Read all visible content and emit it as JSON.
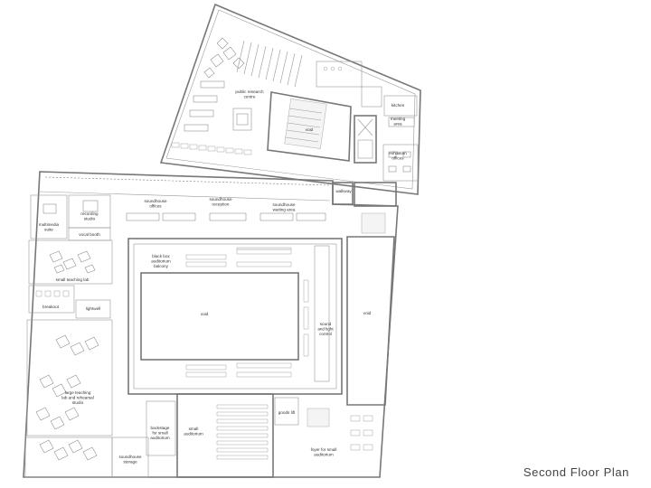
{
  "title": "Second Floor Plan",
  "rooms": {
    "public_research_centre": [
      "public research",
      "centre"
    ],
    "void_top": [
      "void"
    ],
    "kitchen": [
      "kitchen"
    ],
    "meeting_area": [
      "meeting",
      "area"
    ],
    "exhibition_offices": [
      "exhibition",
      "offices"
    ],
    "walkway": [
      "walkway"
    ],
    "multimedia_suite": [
      "multimedia",
      "suite"
    ],
    "recording_studio": [
      "recording",
      "studio"
    ],
    "vocal_booth": [
      "vocal booth"
    ],
    "soundhouse_offices": [
      "soundhouse",
      "offices"
    ],
    "soundhouse_reception": [
      "soundhouse",
      "reception"
    ],
    "soundhouse_waiting_area": [
      "soundhouse",
      "waiting area"
    ],
    "black_box_balcony": [
      "black box",
      "auditorium",
      "balcony"
    ],
    "small_teaching_lab": [
      "small teaching lab"
    ],
    "breakout": [
      "breakout"
    ],
    "lightwell": [
      "lightwell"
    ],
    "void_center": [
      "void"
    ],
    "sound_light_control": [
      "sound",
      "and light",
      "control"
    ],
    "void_right": [
      "void"
    ],
    "large_teaching_lab": [
      "large teaching",
      "lab and rehearsal",
      "studio"
    ],
    "backstage": [
      "backstage",
      "for small",
      "auditorium"
    ],
    "small_auditorium": [
      "small",
      "auditorium"
    ],
    "goods_lift": [
      "goods lift"
    ],
    "foyer_small_auditorium": [
      "foyer for small",
      "auditorium"
    ],
    "soundhouse_storage": [
      "soundhouse",
      "storage"
    ]
  },
  "colors": {
    "line": "#777777",
    "background": "#ffffff",
    "text": "#333333"
  }
}
